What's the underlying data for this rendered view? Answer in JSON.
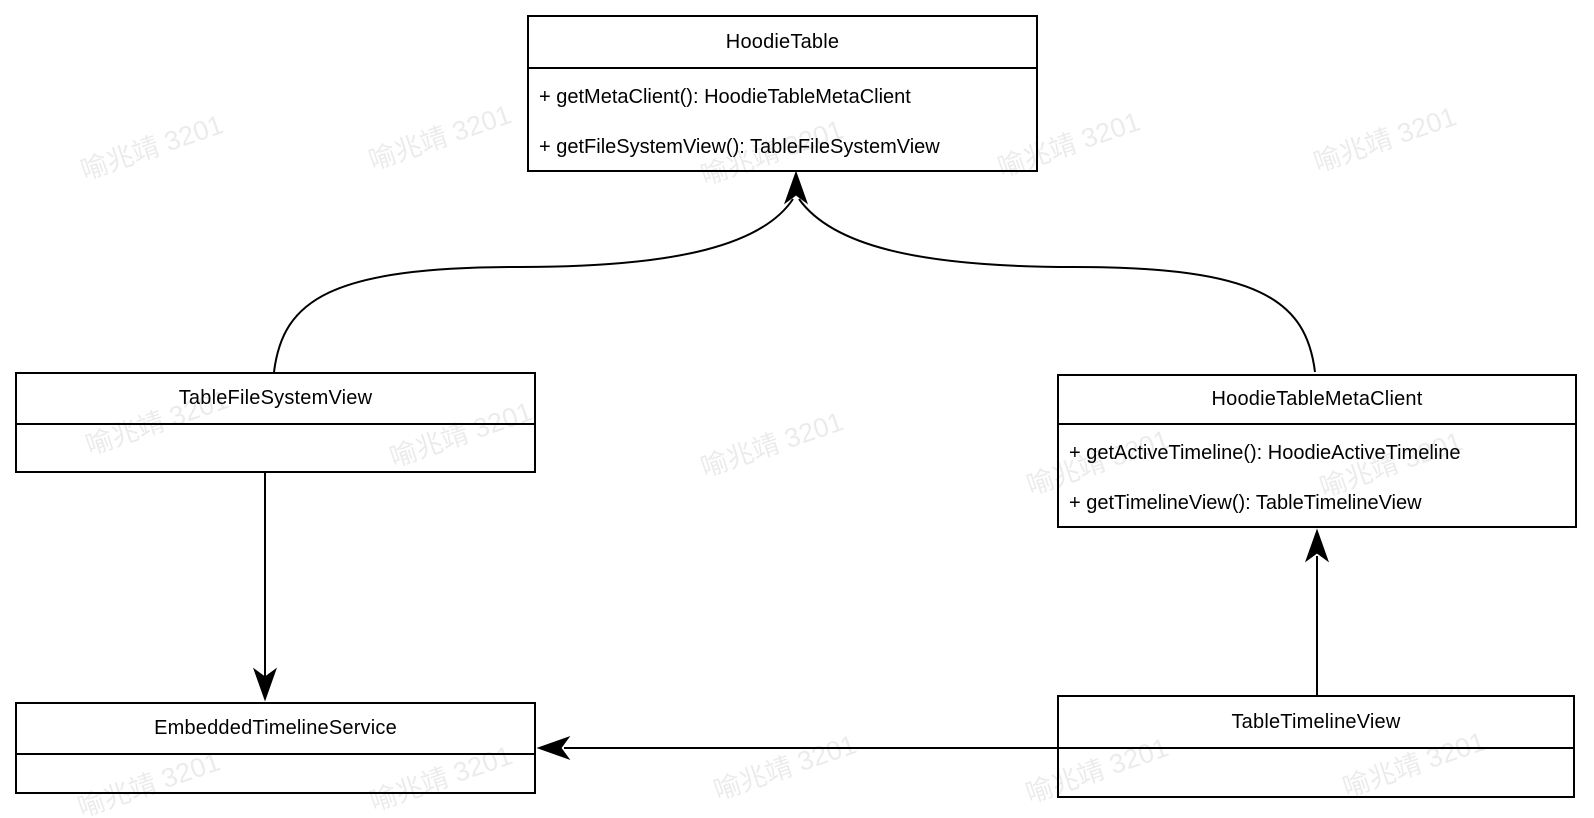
{
  "diagram": {
    "classes": [
      {
        "name": "HoodieTable",
        "methods": [
          "+ getMetaClient(): HoodieTableMetaClient",
          "+ getFileSystemView(): TableFileSystemView"
        ]
      },
      {
        "name": "TableFileSystemView",
        "methods": []
      },
      {
        "name": "HoodieTableMetaClient",
        "methods": [
          "+ getActiveTimeline(): HoodieActiveTimeline",
          "+ getTimelineView(): TableTimelineView"
        ]
      },
      {
        "name": "EmbeddedTimelineService",
        "methods": []
      },
      {
        "name": "TableTimelineView",
        "methods": []
      }
    ],
    "edges": [
      {
        "from": "TableFileSystemView",
        "to": "HoodieTable",
        "style": "curved",
        "arrow_at": "HoodieTable bottom"
      },
      {
        "from": "HoodieTableMetaClient",
        "to": "HoodieTable",
        "style": "curved",
        "arrow_at": "HoodieTable bottom"
      },
      {
        "from": "TableFileSystemView",
        "to": "EmbeddedTimelineService",
        "style": "straight",
        "arrow_at": "EmbeddedTimelineService top"
      },
      {
        "from": "TableTimelineView",
        "to": "HoodieTableMetaClient",
        "style": "straight",
        "arrow_at": "HoodieTableMetaClient bottom"
      },
      {
        "from": "TableTimelineView",
        "to": "EmbeddedTimelineService",
        "style": "straight",
        "arrow_at": "EmbeddedTimelineService right"
      }
    ]
  },
  "watermark": {
    "text": "喻兆靖 3201",
    "color": "rgba(0,0,0,0.08)"
  },
  "colors": {
    "background": "#ffffff",
    "box_fill": "#ffffff",
    "line": "#000000",
    "text": "#000000"
  }
}
